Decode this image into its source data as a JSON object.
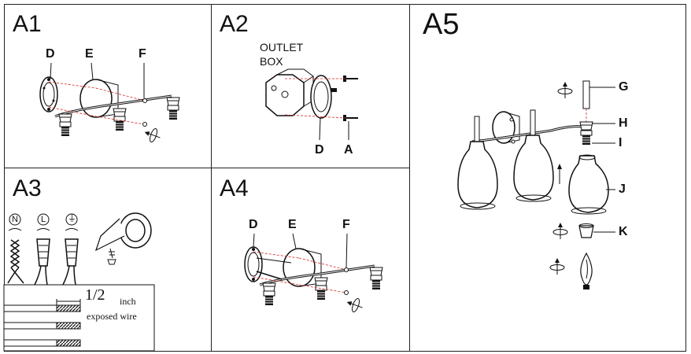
{
  "panels": {
    "a1": {
      "title": "A1",
      "labels": [
        "D",
        "E",
        "F"
      ]
    },
    "a2": {
      "title": "A2",
      "outlet_box": [
        "OUTLET",
        "BOX"
      ],
      "labels": [
        "D",
        "A"
      ]
    },
    "a3": {
      "title": "A3",
      "wire_symbols": [
        "N",
        "L",
        "⏚"
      ],
      "strip_fraction": "1/2",
      "strip_unit": "inch",
      "strip_note": "exposed wire"
    },
    "a4": {
      "title": "A4",
      "labels": [
        "D",
        "E",
        "F"
      ]
    },
    "a5": {
      "title": "A5",
      "labels": [
        "G",
        "H",
        "I",
        "J",
        "K"
      ]
    }
  }
}
